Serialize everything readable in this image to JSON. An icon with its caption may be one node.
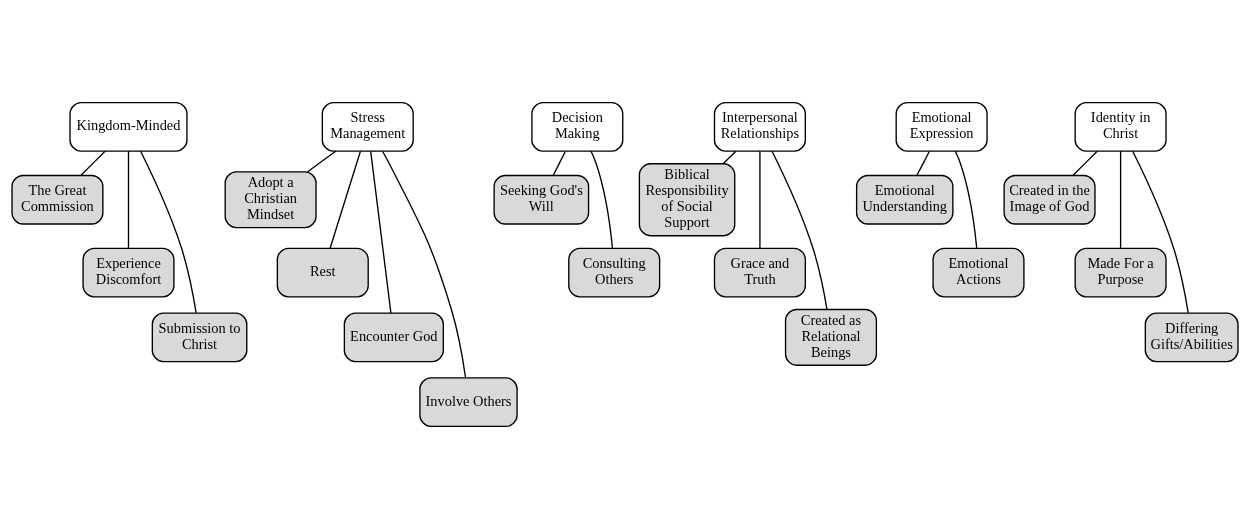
{
  "diagram": {
    "nodes": [
      {
        "text": [
          "Kingdom-Minded"
        ]
      },
      {
        "text": [
          "The Great Commission"
        ]
      },
      {
        "text": [
          "Experience Discomfort"
        ]
      },
      {
        "text": [
          "Submission to Christ"
        ]
      },
      {
        "text": [
          "Stress Management"
        ]
      },
      {
        "text": [
          "Adopt a Christian Mindset"
        ]
      },
      {
        "text": [
          "Rest"
        ]
      },
      {
        "text": [
          "Encounter God"
        ]
      },
      {
        "text": [
          "Involve Others"
        ]
      },
      {
        "text": [
          "Decision Making"
        ]
      },
      {
        "text": [
          "Seeking God's Will"
        ]
      },
      {
        "text": [
          "Consulting Others"
        ]
      },
      {
        "text": [
          "Interpersonal Relationships"
        ]
      },
      {
        "text": [
          "Biblical Responsibility of Social Support"
        ]
      },
      {
        "text": [
          "Grace and Truth"
        ]
      },
      {
        "text": [
          "Created as Relational Beings"
        ]
      },
      {
        "text": [
          "Emotional Expression"
        ]
      },
      {
        "text": [
          "Emotional Understanding"
        ]
      },
      {
        "text": [
          "Emotional Actions"
        ]
      },
      {
        "text": [
          "Identity in Christ"
        ]
      },
      {
        "text": [
          "Created in the Image of God"
        ]
      },
      {
        "text": [
          "Made For a Purpose"
        ]
      },
      {
        "text": [
          "Differing Gifts/Abilities"
        ]
      }
    ],
    "edges": [
      {
        "from": 0,
        "to": 1,
        "arrow": "none"
      },
      {
        "from": 0,
        "to": 2,
        "arrow": "none"
      },
      {
        "from": 0,
        "to": 3,
        "arrow": "none"
      },
      {
        "from": 4,
        "to": 5,
        "arrow": "none"
      },
      {
        "from": 4,
        "to": 6,
        "arrow": "none"
      },
      {
        "from": 4,
        "to": 7,
        "arrow": "none"
      },
      {
        "from": 4,
        "to": 8,
        "arrow": "none"
      },
      {
        "from": 9,
        "to": 10,
        "arrow": "none"
      },
      {
        "from": 9,
        "to": 11,
        "arrow": "none"
      },
      {
        "from": 12,
        "to": 13,
        "arrow": "none"
      },
      {
        "from": 12,
        "to": 14,
        "arrow": "none"
      },
      {
        "from": 12,
        "to": 15,
        "arrow": "none"
      },
      {
        "from": 16,
        "to": 17,
        "arrow": "none"
      },
      {
        "from": 16,
        "to": 18,
        "arrow": "none"
      },
      {
        "from": 19,
        "to": 20,
        "arrow": "none"
      },
      {
        "from": 19,
        "to": 21,
        "arrow": "none"
      },
      {
        "from": 19,
        "to": 22,
        "arrow": "none"
      }
    ]
  }
}
